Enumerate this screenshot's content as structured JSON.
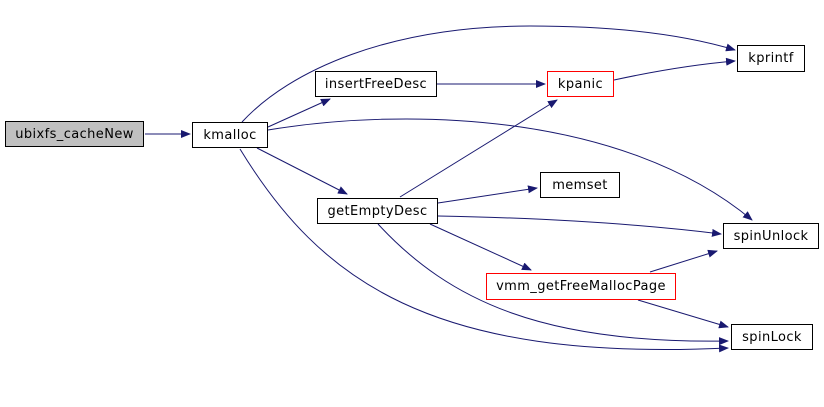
{
  "diagram": {
    "type": "call-graph",
    "colors": {
      "edge": "#191970",
      "node_border": "#000000",
      "node_fill": "#ffffff",
      "root_fill": "#c0c0c0",
      "alert_border": "#ff0000",
      "text": "#000000"
    },
    "nodes": {
      "ubixfs_cacheNew": {
        "label": "ubixfs_cacheNew",
        "style": "root"
      },
      "kmalloc": {
        "label": "kmalloc",
        "style": "normal"
      },
      "insertFreeDesc": {
        "label": "insertFreeDesc",
        "style": "normal"
      },
      "kpanic": {
        "label": "kpanic",
        "style": "red"
      },
      "kprintf": {
        "label": "kprintf",
        "style": "normal"
      },
      "getEmptyDesc": {
        "label": "getEmptyDesc",
        "style": "normal"
      },
      "memset": {
        "label": "memset",
        "style": "normal"
      },
      "spinUnlock": {
        "label": "spinUnlock",
        "style": "normal"
      },
      "vmm_getFreeMallocPage": {
        "label": "vmm_getFreeMallocPage",
        "style": "red"
      },
      "spinLock": {
        "label": "spinLock",
        "style": "normal"
      }
    },
    "edges": [
      {
        "from": "ubixfs_cacheNew",
        "to": "kmalloc"
      },
      {
        "from": "kmalloc",
        "to": "insertFreeDesc"
      },
      {
        "from": "kmalloc",
        "to": "kprintf"
      },
      {
        "from": "kmalloc",
        "to": "getEmptyDesc"
      },
      {
        "from": "kmalloc",
        "to": "spinUnlock"
      },
      {
        "from": "kmalloc",
        "to": "spinLock"
      },
      {
        "from": "insertFreeDesc",
        "to": "kpanic"
      },
      {
        "from": "kpanic",
        "to": "kprintf"
      },
      {
        "from": "getEmptyDesc",
        "to": "kpanic"
      },
      {
        "from": "getEmptyDesc",
        "to": "memset"
      },
      {
        "from": "getEmptyDesc",
        "to": "spinUnlock"
      },
      {
        "from": "getEmptyDesc",
        "to": "vmm_getFreeMallocPage"
      },
      {
        "from": "getEmptyDesc",
        "to": "spinLock"
      },
      {
        "from": "vmm_getFreeMallocPage",
        "to": "spinUnlock"
      },
      {
        "from": "vmm_getFreeMallocPage",
        "to": "spinLock"
      }
    ]
  }
}
